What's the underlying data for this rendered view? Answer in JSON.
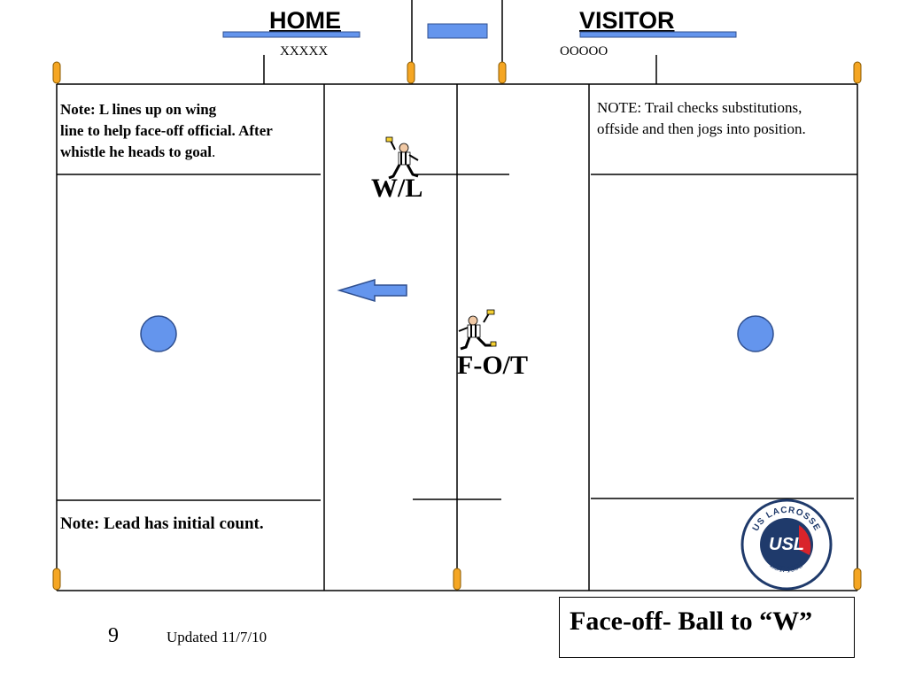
{
  "header": {
    "home_label": "HOME",
    "visitor_label": "VISITOR",
    "home_team": "XXXXX",
    "visitor_team": "OOOOO"
  },
  "notes": {
    "wing_note_line1": "Note: L lines up on wing",
    "wing_note_line2": "line to help face-off official. After",
    "wing_note_line3": "whistle he heads to goal",
    "wing_note_period": ".",
    "trail_note_line1": "NOTE: Trail checks substitutions,",
    "trail_note_line2": "offside and then jogs into position.",
    "lead_note": "Note: Lead has initial count."
  },
  "officials": {
    "wing_label": "W/L",
    "faceoff_label": "F-O/T"
  },
  "logo": {
    "top_text": "US LACROSSE",
    "center_text": "USL",
    "bottom_text": "EST. 1998"
  },
  "footer": {
    "slide_number": "9",
    "updated": "Updated 11/7/10",
    "title": "Face-off- Ball to “W”"
  },
  "colors": {
    "blue": "#6495ED",
    "orange": "#F5A623",
    "logo_navy": "#1F3A6B",
    "logo_red": "#D9242B"
  }
}
